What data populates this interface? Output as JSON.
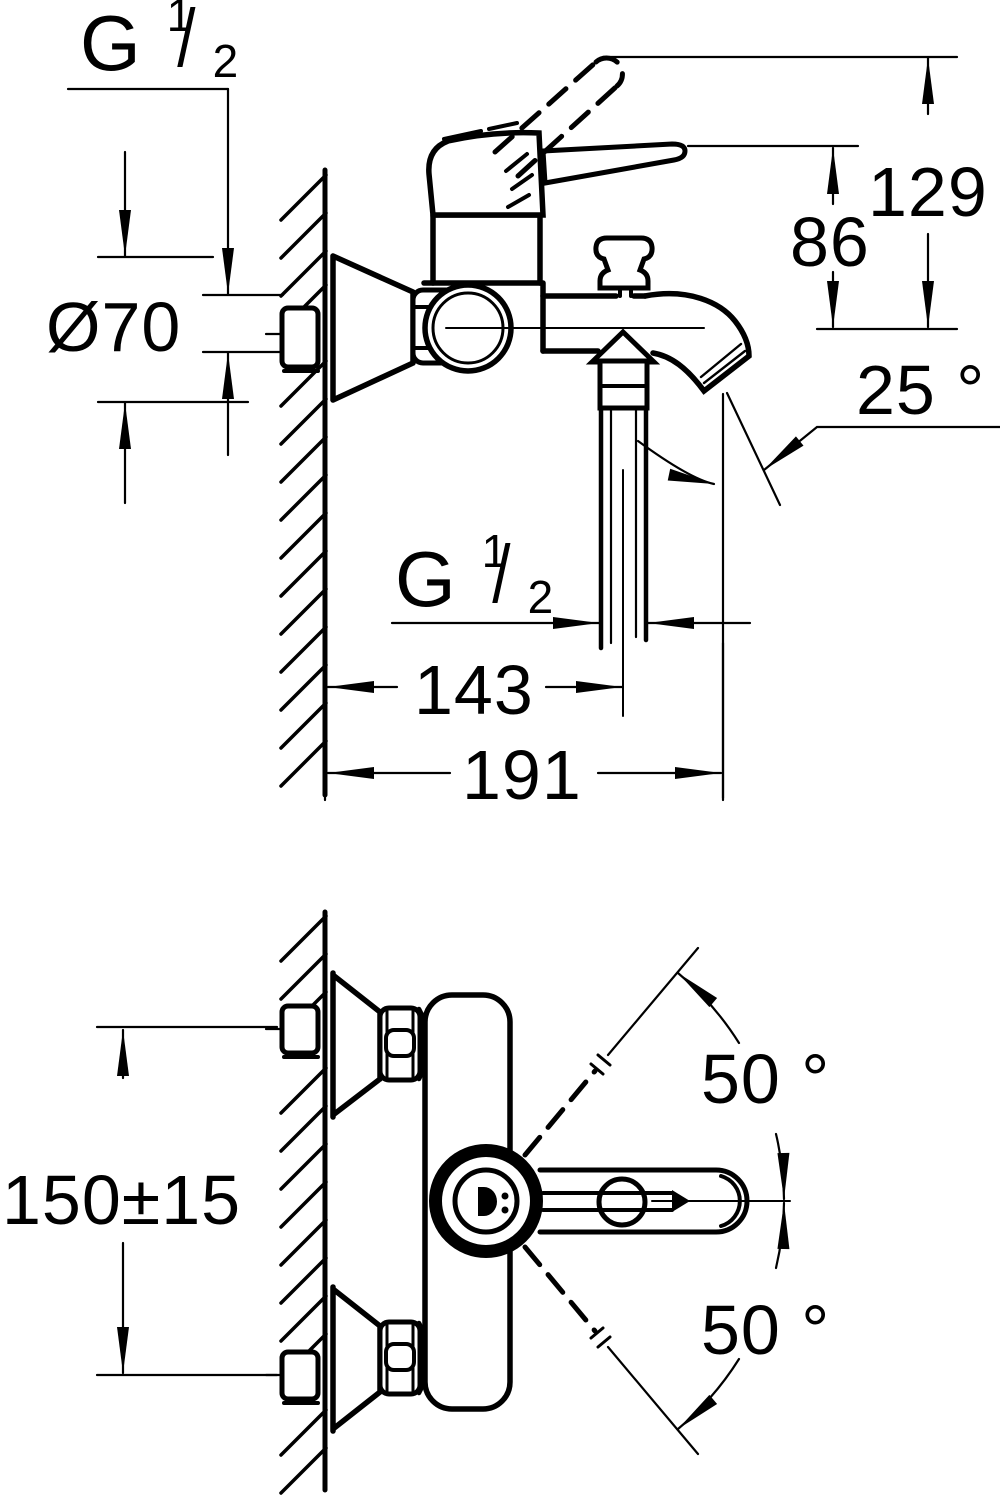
{
  "side_view": {
    "wall_thread": {
      "prefix": "G",
      "numerator": "1",
      "slash": "/",
      "denominator": "2"
    },
    "flange_diameter": "Ø70",
    "lever_height": "86",
    "raised_lever_height": "129",
    "spout_angle": "25 °",
    "shower_thread": {
      "prefix": "G",
      "numerator": "1",
      "slash": "/",
      "denominator": "2"
    },
    "shower_outlet_offset": "143",
    "spout_projection": "191"
  },
  "top_view": {
    "connection_spacing": "150±15",
    "lever_swing_upper": "50 °",
    "lever_swing_lower": "50 °"
  },
  "colors": {
    "line": "#000000",
    "background": "#ffffff"
  }
}
